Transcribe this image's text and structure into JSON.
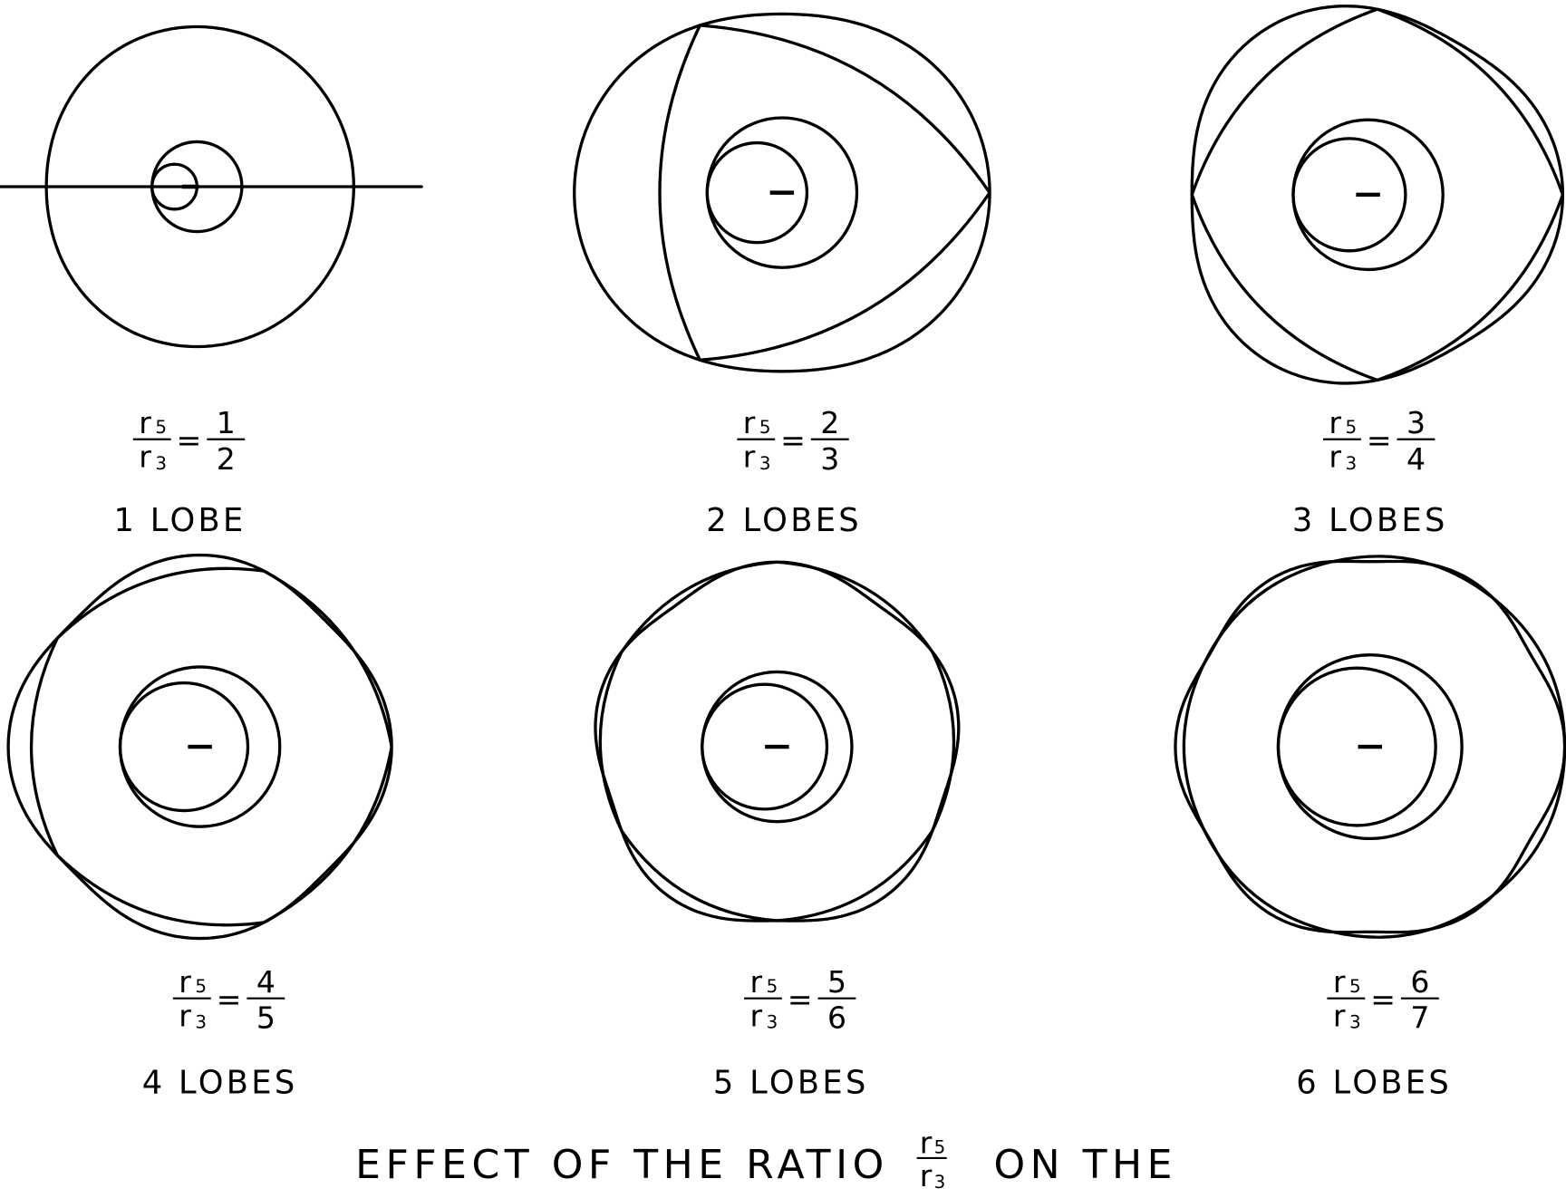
{
  "ratio_symbol": {
    "numerator": "r",
    "numerator_sub": "5",
    "denominator": "r",
    "denominator_sub": "3",
    "equals": "="
  },
  "figures": [
    {
      "lobes": 1,
      "numerator": "1",
      "denominator": "2",
      "label": "1 LOBE"
    },
    {
      "lobes": 2,
      "numerator": "2",
      "denominator": "3",
      "label": "2 LOBES"
    },
    {
      "lobes": 3,
      "numerator": "3",
      "denominator": "4",
      "label": "3 LOBES"
    },
    {
      "lobes": 4,
      "numerator": "4",
      "denominator": "5",
      "label": "4 LOBES"
    },
    {
      "lobes": 5,
      "numerator": "5",
      "denominator": "6",
      "label": "5 LOBES"
    },
    {
      "lobes": 6,
      "numerator": "6",
      "denominator": "7",
      "label": "6 LOBES"
    }
  ],
  "caption": {
    "before": "EFFECT OF THE RATIO",
    "after": "ON THE"
  }
}
